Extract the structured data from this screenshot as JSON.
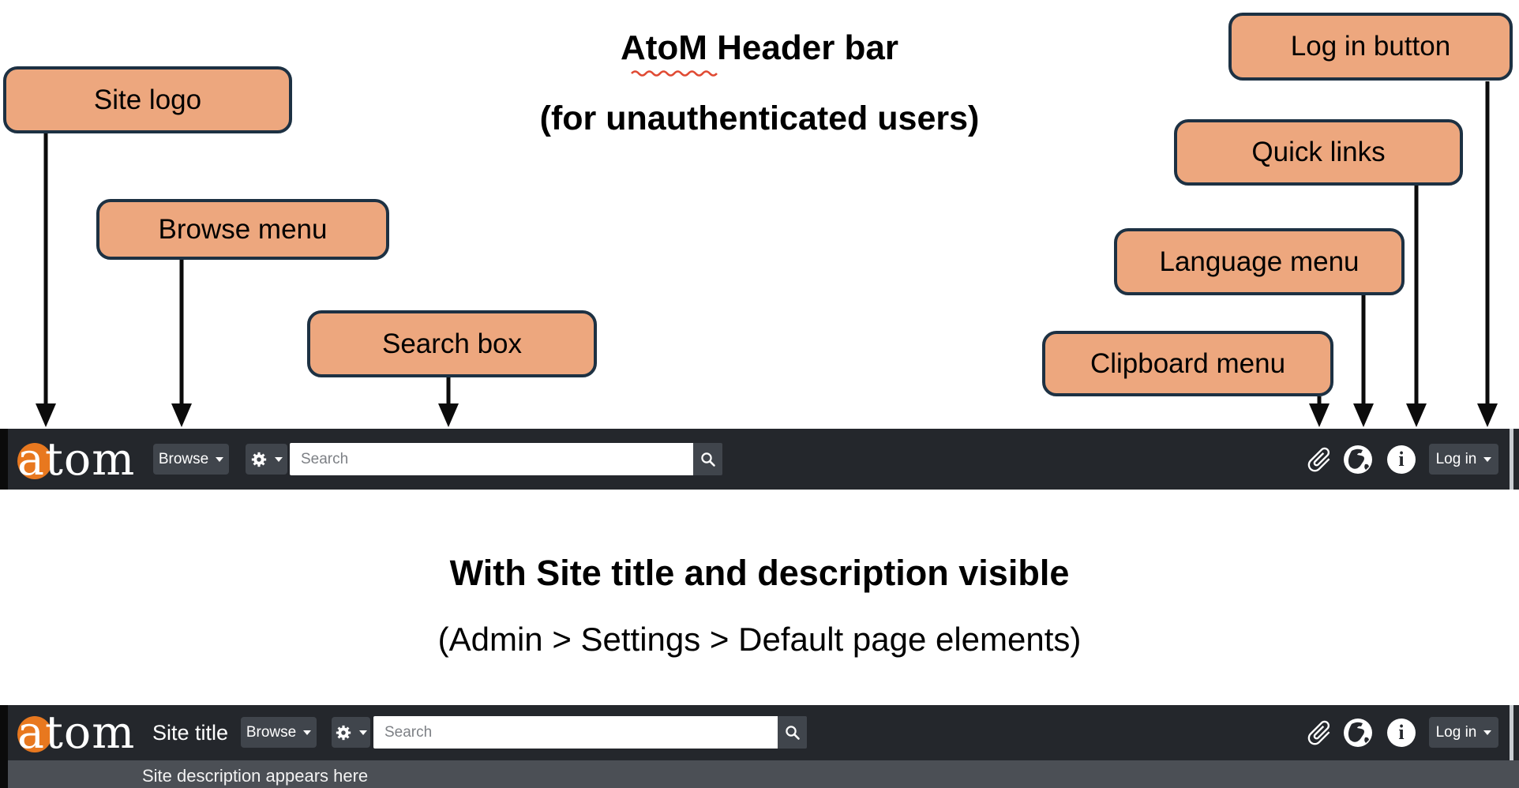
{
  "page": {
    "title_main": "AtoM Header bar",
    "title_sub": "(for unauthenticated users)",
    "section2_title": "With Site title and description visible",
    "section2_sub": "(Admin > Settings > Default page elements)"
  },
  "callouts": {
    "site_logo": "Site logo",
    "browse_menu": "Browse menu",
    "search_box": "Search box",
    "log_in_button": "Log in button",
    "quick_links": "Quick links",
    "language_menu": "Language menu",
    "clipboard_menu": "Clipboard menu"
  },
  "header": {
    "logo_text": "atom",
    "browse_label": "Browse",
    "search_placeholder": "Search",
    "login_label": "Log in",
    "icons": {
      "options": "gear-icon",
      "search": "magnifier-icon",
      "clipboard": "paperclip-icon",
      "language": "globe-icon",
      "quick_links": "info-icon",
      "info_glyph": "i"
    }
  },
  "header2": {
    "site_title": "Site title",
    "description": "Site description appears here"
  },
  "colors": {
    "callout_fill": "#eda77e",
    "callout_border": "#1d3143",
    "bar_background": "#24272c",
    "button_background": "#40454c",
    "logo_orange": "#e8781f",
    "search_input_background": "#ffffff",
    "description_bar_background": "#4b4f55",
    "squiggle_red": "#e04a33",
    "arrow_black": "#0b0b0b"
  }
}
